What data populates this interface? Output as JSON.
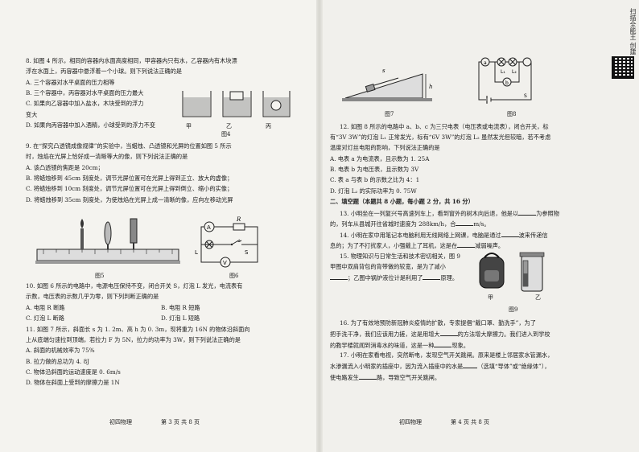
{
  "left": {
    "q8": {
      "stem1": "8. 如图 4 所示，相同的容器内水面高度相同，甲容器内只有水，乙容器内有木块漂",
      "stem2": "浮在水面上，丙容器中悬浮着一个小球。则下列说法正确的是",
      "a": "A. 三个容器对水平桌面的压力相等",
      "b": "B. 三个容器中，丙容器对水平桌面的压力最大",
      "c1": "C. 如果向乙容器中加入盐水，木块受到的浮力",
      "c2": "变大",
      "d": "D. 如果向丙容器中加入酒精，小球受到的浮力不变",
      "labels": [
        "甲",
        "乙",
        "丙"
      ],
      "caption": "图4"
    },
    "q9": {
      "stem1": "9. 在“探究凸透镜成像规律”的实验中，当蜡烛、凸透镜和光屏的位置如图 5 所示",
      "stem2": "时，烛焰在光屏上恰好成一清晰等大的像，则下列说法正确的是",
      "a": "A. 该凸透镜的焦距是 20cm；",
      "b": "B. 将蜡烛移到 45cm 刻度处，调节光屏位置可在光屏上得到正立、放大的虚像；",
      "c": "C. 将蜡烛移到 10cm 刻度处，调节光屏位置可在光屏上得到倒立、缩小的实像；",
      "d": "D. 将蜡烛移到 35cm 刻度处，为使烛焰在光屏上成一清晰的像，应向左移动光屏",
      "caption5": "图5",
      "caption6": "图6",
      "circuit_labels": [
        "A",
        "R",
        "V",
        "S",
        "L"
      ]
    },
    "q10": {
      "stem1": "10. 如图 6 所示的电路中，电源电压保持不变，闭合开关 S，灯泡 L 发光，电流表有",
      "stem2": "示数，电压表的示数几乎为零，则下列判断正确的是",
      "a": "A. 电阻 R 断路",
      "b": "B. 电阻 R 短路",
      "c": "C. 灯泡 L 断路",
      "d": "D. 灯泡 L 短路"
    },
    "q11": {
      "stem1": "11. 如图 7 所示，斜面长 s 为 1. 2m、高 h 为 0. 3m，现将重为 16N 的物体沿斜面向",
      "stem2": "上从底端匀速拉到顶端，若拉力 F 为 5N，拉力的功率为 3W，则下列说法正确的是",
      "a": "A. 斜面的机械效率为 75%",
      "b": "B. 拉力做的总功为 4. 8J",
      "c": "C. 物体沿斜面的运动速度是 0. 6m/s",
      "d": "D. 物体在斜面上受到的摩擦力是 1N"
    },
    "footer_subject": "初四物理",
    "footer_page": "第 3 页 共 8 页"
  },
  "right": {
    "caption7": "图7",
    "caption8": "图8",
    "fig7_labels": [
      "s",
      "h"
    ],
    "fig8_labels": [
      "a",
      "b",
      "L₁",
      "L₂",
      "S"
    ],
    "q12": {
      "stem1": "12. 如图 8 所示的电路中 a、b、c 为三只电表（电压表或电流表），闭合开关，标",
      "stem2": "有“3V 3W”的灯泡 L₁ 正常发光，标有“6V 3W”的灯泡 L₂ 虽然发光但较暗，若不考虑",
      "stem3": "温度对灯丝电阻的影响，下列说法正确的是",
      "a": "A. 电表 a 为电流表，且示数为 1. 25A",
      "b": "B. 电表 b 为电压表，且示数为 3V",
      "c": "C. 表 a 与表 b 的示数之比为 4：1",
      "d": "D. 灯泡 L₂ 的实际功率为 0. 75W"
    },
    "section": "二、填空题（本题共 8 小题，每小题 2 分，共 16 分）",
    "q13": {
      "p1": "13. 小明坐在一列复兴号高速列车上，看到窗外的树木向后退，他是以",
      "p2": "为参照物",
      "p3": "的，列车从县城开往省城时速度为 288km/h，合",
      "p4": "m/s。"
    },
    "q14": {
      "p1": "14. 小明在家中用笔记本电脑利用无线网络上网课，电脑是通过",
      "p2": "波来传递信",
      "p3": "息的；为了不打扰家人，小强戴上了耳机，这是在",
      "p4": "减弱噪声。"
    },
    "q15": {
      "p1": "15. 物理知识与日常生活和技术密切相关，图 9",
      "p2": "甲图中双肩背包的背带做的较宽，是为了减小",
      "p3": "；乙图中锅炉液位计是利用了",
      "p4": "原理。",
      "labels": [
        "甲",
        "乙"
      ],
      "caption": "图9"
    },
    "q16": {
      "l1": "16. 为了有效地预防新冠肺炎疫情的扩散，专家提倡“戴口罩、勤洗手”，为了",
      "l2a": "把手洗干净，我们应该用力搓，这是用增大",
      "l2b": "的方法增大摩擦力。我们进入到学校",
      "l3a": "的教学楼就闻到消毒水的味道，这是一种",
      "l3b": "现象。"
    },
    "q17": {
      "l1": "17. 小明在家看电视，突然断电，发现空气开关跳闸。原来是楼上邻居家水管漏水，",
      "l2a": "水渗漏流入小明家的插座中，因为流入插座中的水是",
      "l2b": "（选填“导体”或“绝缘体”），",
      "l3a": "使电路发生",
      "l3b": "路，导致空气开关跳闸。"
    },
    "footer_subject": "初四物理",
    "footer_page": "第 4 页 共 8 页"
  },
  "sidebar": "扫描全能王 创建"
}
